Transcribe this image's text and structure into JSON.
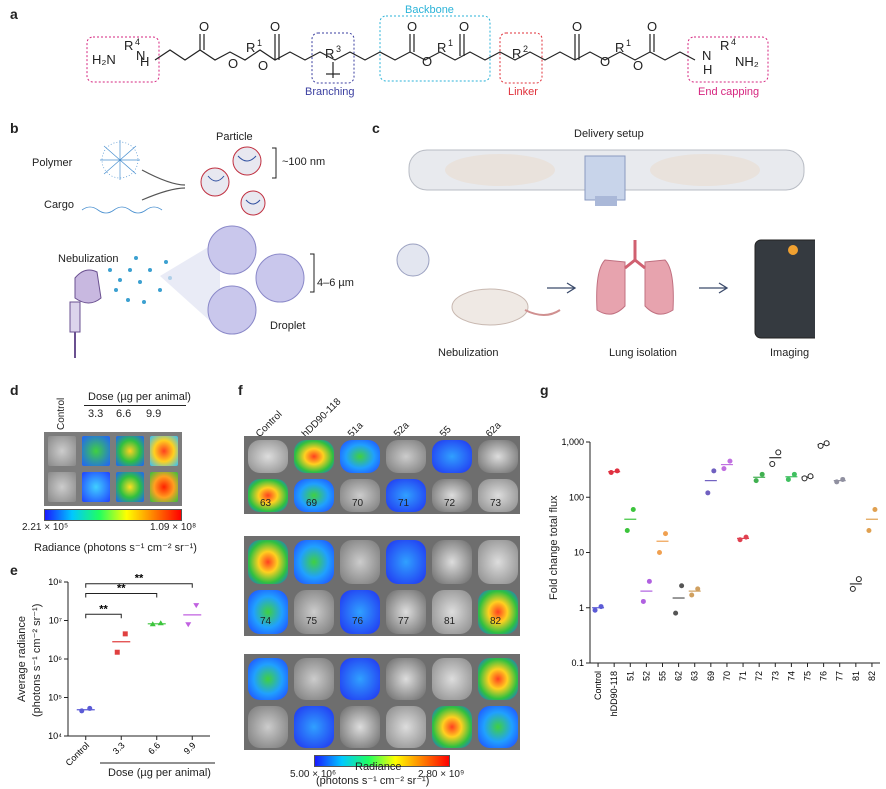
{
  "panels": {
    "a": "a",
    "b": "b",
    "c": "c",
    "d": "d",
    "e": "e",
    "f": "f",
    "g": "g"
  },
  "panel_a": {
    "backbone": "Backbone",
    "branching": "Branching",
    "linker": "Linker",
    "end_capping": "End capping",
    "colors": {
      "backbone": "#2bb3d8",
      "branching": "#3b3fa0",
      "linker": "#e0303a",
      "end_capping": "#d6247f"
    }
  },
  "panel_b": {
    "polymer": "Polymer",
    "cargo": "Cargo",
    "particle": "Particle",
    "particle_size": "~100 nm",
    "nebulization": "Nebulization",
    "droplet": "Droplet",
    "droplet_size": "4–6 µm"
  },
  "panel_c": {
    "delivery_setup": "Delivery setup",
    "nebulization": "Nebulization",
    "lung_isolation": "Lung isolation",
    "imaging": "Imaging"
  },
  "panel_d": {
    "control": "Control",
    "dose_label": "Dose  (µg per animal)",
    "doses": [
      "3.3",
      "6.6",
      "9.9"
    ],
    "scale_min": "2.21 × 10⁵",
    "scale_max": "1.09 × 10⁸",
    "radiance_label": "Radiance (photons s⁻¹ cm⁻² sr⁻¹)"
  },
  "panel_e": {
    "ylabel_line1": "Average radiance",
    "ylabel_line2": "(photons s⁻¹ cm⁻² sr⁻¹)",
    "xlabel": "Dose (µg per animal)",
    "significance": [
      "**",
      "**",
      "**"
    ]
  },
  "panel_f": {
    "row1": [
      "Control",
      "hDD90-118",
      "51a",
      "52a",
      "55",
      "62a"
    ],
    "row2": [
      "63",
      "69",
      "70",
      "71",
      "72",
      "73"
    ],
    "row3": [
      "74",
      "75",
      "76",
      "77",
      "81",
      "82"
    ],
    "scale_min": "5.00 × 10⁶",
    "scale_max": "2.80 × 10⁹",
    "radiance_label": "Radiance",
    "radiance_units": "(photons s⁻¹ cm⁻² sr⁻¹)"
  },
  "chart_data": [
    {
      "type": "scatter",
      "panel": "e",
      "categories": [
        "Control",
        "3.3",
        "6.6",
        "9.9"
      ],
      "ylabel": "Average radiance (photons s⁻¹ cm⁻² sr⁻¹)",
      "xlabel": "Dose (µg per animal)",
      "yscale": "log",
      "ylim": [
        10000,
        100000000
      ],
      "yticks": [
        "10⁴",
        "10⁵",
        "10⁶",
        "10⁷",
        "10⁸"
      ],
      "colors": [
        "#5b5bd6",
        "#e04040",
        "#3cc43c",
        "#c060e0"
      ],
      "points": [
        [
          45000,
          52000
        ],
        [
          1500000,
          4500000
        ],
        [
          8000000,
          8500000
        ],
        [
          8000000,
          25000000
        ]
      ],
      "means": [
        48000,
        2800000,
        8200000,
        14000000
      ]
    },
    {
      "type": "scatter",
      "panel": "g",
      "ylabel": "Fold change total flux",
      "yscale": "log",
      "ylim": [
        0.1,
        1000
      ],
      "yticks": [
        "0.1",
        "1",
        "10",
        "100",
        "1,000"
      ],
      "categories": [
        "Control",
        "hDD90-118",
        "51",
        "52",
        "55",
        "62",
        "63",
        "69",
        "70",
        "71",
        "72",
        "73",
        "74",
        "75",
        "76",
        "77",
        "81",
        "82"
      ],
      "colors": [
        "#5b5bd6",
        "#e03040",
        "#3cc43c",
        "#b060e0",
        "#f0a050",
        "#555555",
        "#d0a060",
        "#7060c0",
        "#c070e0",
        "#e04050",
        "#40b050",
        "#303030",
        "#40c060",
        "#303030",
        "#303030",
        "#9090a0",
        "#303030",
        "#e0a050"
      ],
      "hollow": [
        false,
        false,
        false,
        false,
        false,
        false,
        false,
        false,
        false,
        false,
        false,
        true,
        false,
        true,
        true,
        false,
        true,
        false
      ],
      "points": [
        [
          0.9,
          1.05
        ],
        [
          280,
          300
        ],
        [
          25,
          60
        ],
        [
          1.3,
          3
        ],
        [
          10,
          22
        ],
        [
          0.8,
          2.5
        ],
        [
          1.7,
          2.2
        ],
        [
          120,
          300
        ],
        [
          330,
          450
        ],
        [
          17,
          19
        ],
        [
          200,
          260
        ],
        [
          400,
          650
        ],
        [
          210,
          260
        ],
        [
          220,
          240
        ],
        [
          850,
          950
        ],
        [
          190,
          210
        ],
        [
          2.2,
          3.3
        ],
        [
          25,
          60
        ]
      ],
      "means": [
        1.0,
        290,
        40,
        2.0,
        16,
        1.5,
        2.0,
        200,
        390,
        18,
        230,
        520,
        235,
        230,
        900,
        200,
        2.7,
        40
      ]
    }
  ]
}
